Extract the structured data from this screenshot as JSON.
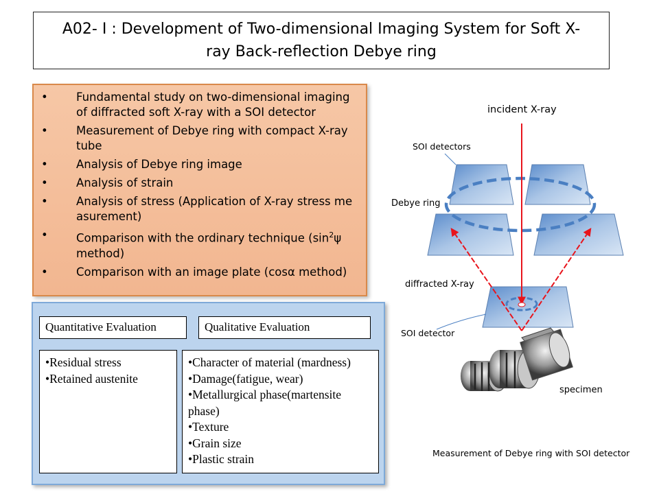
{
  "title": {
    "line1": "A02- Ⅰ : Development of Two-dimensional Imaging System for Soft   X-",
    "line2": "ray Back-reflection Debye ring"
  },
  "bullets": [
    {
      "line1": "Fundamental study on two-dimensional imaging",
      "line2": "of diffracted soft X-ray with a SOI detector"
    },
    {
      "line1": "Measurement of Debye ring with compact X-ray",
      "line2": "tube"
    },
    {
      "line1": "Analysis of Debye ring image"
    },
    {
      "line1": "Analysis of strain"
    },
    {
      "line1": "Analysis of stress (Application of X-ray stress me",
      "line2": "asurement)"
    },
    {
      "line1_pre": "Comparison with the ordinary technique (sin",
      "line1_sup": "2",
      "line1_post": "ψ",
      "line2": "method)"
    },
    {
      "line1": "Comparison with an image plate (cosα method)"
    }
  ],
  "bullet_symbol": "•",
  "evaluation": {
    "quantitative": {
      "heading": "Quantitative Evaluation",
      "items": [
        "•Residual stress",
        "•Retained austenite"
      ]
    },
    "qualitative": {
      "heading": "Qualitative Evaluation",
      "items": [
        "•Character of material (mardness)",
        "•Damage(fatigue, wear)",
        "•Metallurgical phase(martensite",
        "phase)",
        "•Texture",
        "•Grain size",
        "•Plastic strain"
      ]
    }
  },
  "diagram": {
    "incident_label": "incident X-ray",
    "soi_detectors_label": "SOI detectors",
    "debye_ring_label": "Debye ring",
    "diffracted_label": "diffracted X-ray",
    "soi_detector_label": "SOI detector",
    "specimen_label": "specimen",
    "caption": "Measurement of Debye ring with SOI detector",
    "colors": {
      "beam": "#e8141c",
      "panel": "#8fb1da",
      "ring": "#4a7fc2"
    }
  }
}
